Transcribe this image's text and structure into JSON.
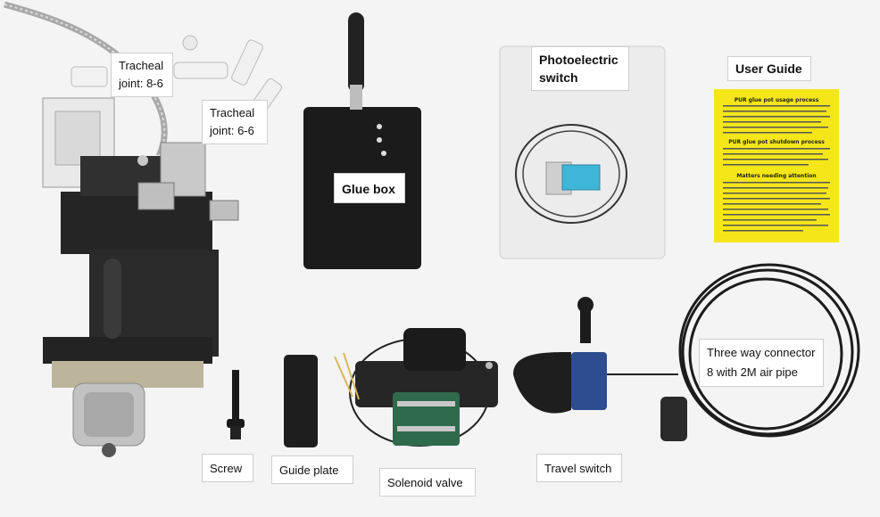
{
  "labels": {
    "tracheal_1_line1": "Tracheal",
    "tracheal_1_line2": "joint: 8-6",
    "tracheal_2_line1": "Tracheal",
    "tracheal_2_line2": "joint:  6-6",
    "glue_box": "Glue box",
    "photoelectric_line1": "Photoelectric",
    "photoelectric_line2": "switch",
    "user_guide": "User Guide",
    "screw": "Screw",
    "guide_plate": "Guide plate",
    "solenoid_valve": "Solenoid valve",
    "travel_switch": "Travel switch",
    "three_way_line1": "Three way connector",
    "three_way_line2": "8 with 2M air pipe"
  },
  "manual": {
    "heading_1": "PUR glue pot usage process",
    "heading_2": "PUR glue pot shutdown process",
    "heading_3": "Matters needing attention"
  },
  "colors": {
    "background": "#f4f4f4",
    "manual_yellow": "#f5e61a",
    "metal": "#b9b9b9",
    "black_part": "#1e1e1e",
    "valve_green": "#2f6a4d",
    "sensor_blue": "#3fb5d8"
  }
}
